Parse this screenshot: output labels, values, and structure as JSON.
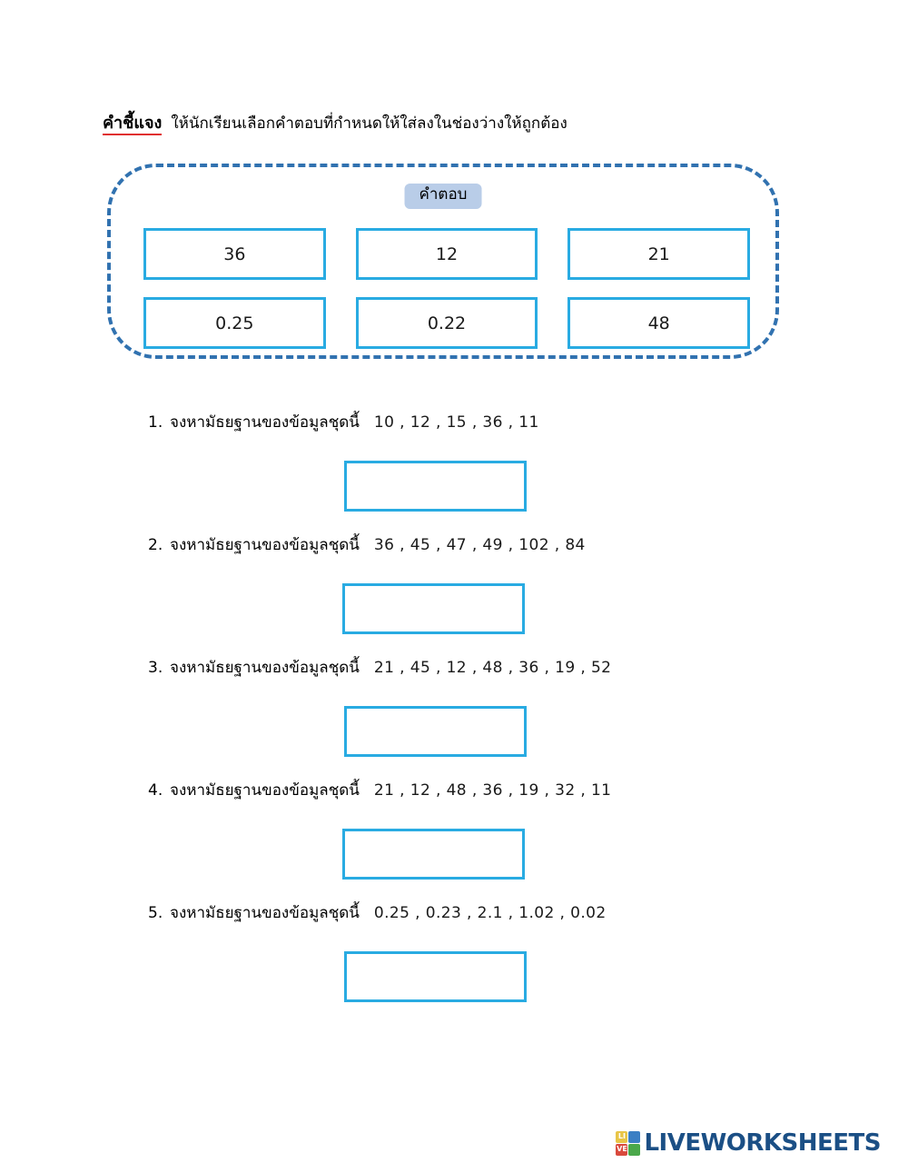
{
  "header": {
    "label": "คำชี้แจง",
    "instruction": "ให้นักเรียนเลือกคำตอบที่กำหนดให้ใส่ลงในช่องว่างให้ถูกต้อง"
  },
  "answer_bank": {
    "title": "คำตอบ",
    "choices": [
      "36",
      "12",
      "21",
      "0.25",
      "0.22",
      "48"
    ],
    "border_color": "#3172b0",
    "choice_border_color": "#29abe2",
    "title_background": "#b9cde8"
  },
  "questions": [
    {
      "number": "1.",
      "text": "จงหามัธยฐานของข้อมูลชุดนี้",
      "data": "10  ,  12  ,  15  ,  36  ,  11",
      "answer_value": ""
    },
    {
      "number": "2.",
      "text": "จงหามัธยฐานของข้อมูลชุดนี้",
      "data": "36  ,  45  ,  47  ,  49  ,  102  ,  84",
      "answer_value": ""
    },
    {
      "number": "3.",
      "text": "จงหามัธยฐานของข้อมูลชุดนี้",
      "data": "21  ,  45  ,  12  ,  48  ,  36  ,  19  ,  52",
      "answer_value": ""
    },
    {
      "number": "4.",
      "text": "จงหามัธยฐานของข้อมูลชุดนี้",
      "data": "21  ,  12  ,  48  ,  36  ,  19  ,  32  ,  11",
      "answer_value": ""
    },
    {
      "number": "5.",
      "text": "จงหามัธยฐานของข้อมูลชุดนี้",
      "data": "0.25  ,  0.23  ,  2.1  ,  1.02  ,  0.02",
      "answer_value": ""
    }
  ],
  "footer": {
    "logo_tiles": [
      "LI",
      "VE",
      "",
      ""
    ],
    "tile_letters": [
      "LI",
      "VE"
    ],
    "wordmark": "LIVEWORKSHEETS",
    "wordmark_color": "#1b4f85"
  }
}
